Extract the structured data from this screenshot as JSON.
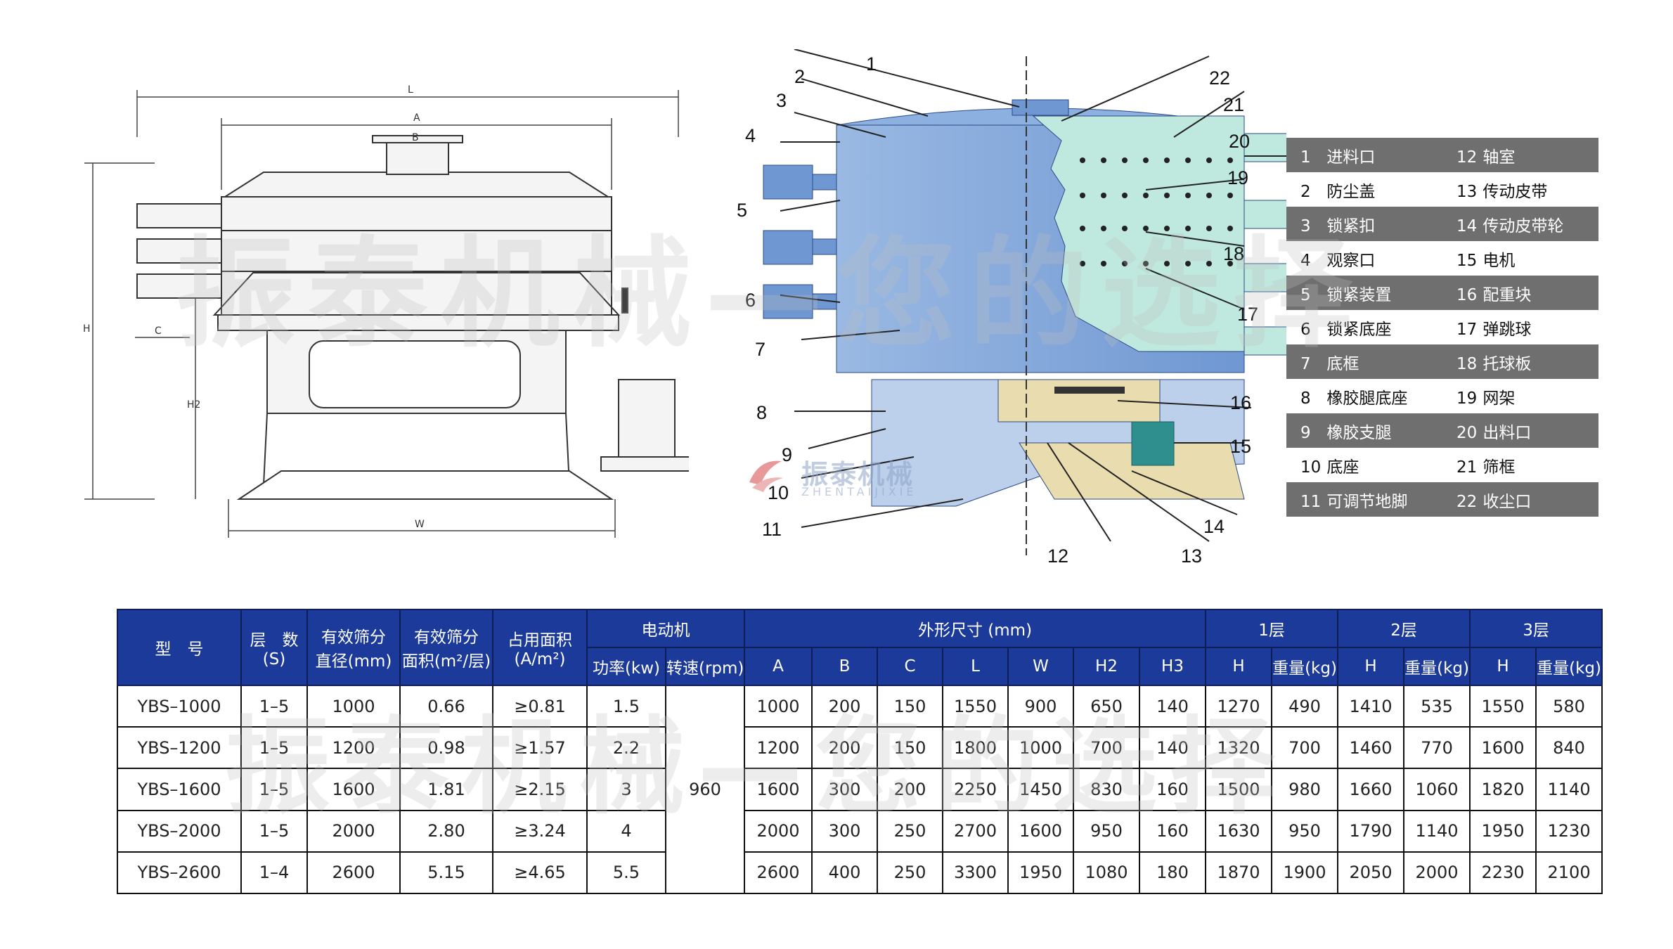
{
  "drawing_dimension_labels": [
    "L",
    "A",
    "B",
    "C",
    "H",
    "H2",
    "W"
  ],
  "watermark_logo": {
    "name": "振泰机械",
    "pinyin": "ZHENTAIJIXIE"
  },
  "watermark_text": "振泰机械—您的选择",
  "callouts": [
    "1",
    "2",
    "3",
    "4",
    "5",
    "6",
    "7",
    "8",
    "9",
    "10",
    "11",
    "12",
    "13",
    "14",
    "15",
    "16",
    "17",
    "18",
    "19",
    "20",
    "21",
    "22"
  ],
  "parts": [
    {
      "no": "1",
      "name": "进料口"
    },
    {
      "no": "2",
      "name": "防尘盖"
    },
    {
      "no": "3",
      "name": "锁紧扣"
    },
    {
      "no": "4",
      "name": "观察口"
    },
    {
      "no": "5",
      "name": "锁紧装置"
    },
    {
      "no": "6",
      "name": "锁紧底座"
    },
    {
      "no": "7",
      "name": "底框"
    },
    {
      "no": "8",
      "name": "橡胶腿底座"
    },
    {
      "no": "9",
      "name": "橡胶支腿"
    },
    {
      "no": "10",
      "name": "底座"
    },
    {
      "no": "11",
      "name": "可调节地脚"
    },
    {
      "no": "12",
      "name": "轴室"
    },
    {
      "no": "13",
      "name": "传动皮带"
    },
    {
      "no": "14",
      "name": "传动皮带轮"
    },
    {
      "no": "15",
      "name": "电机"
    },
    {
      "no": "16",
      "name": "配重块"
    },
    {
      "no": "17",
      "name": "弹跳球"
    },
    {
      "no": "18",
      "name": "托球板"
    },
    {
      "no": "19",
      "name": "网架"
    },
    {
      "no": "20",
      "name": "出料口"
    },
    {
      "no": "21",
      "name": "筛框"
    },
    {
      "no": "22",
      "name": "收尘口"
    }
  ],
  "spec_table": {
    "header": {
      "model": "型　号",
      "layers": "层　数",
      "layers_unit": "(S)",
      "diameter": "有效筛分",
      "diameter_unit": "直径(mm)",
      "area": "有效筛分",
      "area_unit": "面积(m²/层)",
      "footprint": "占用面积",
      "footprint_unit": "(A/m²)",
      "motor": "电动机",
      "power": "功率(kw)",
      "speed": "转速(rpm)",
      "dims": "外形尺寸 (mm)",
      "dim_cols": [
        "A",
        "B",
        "C",
        "L",
        "W",
        "H2",
        "H3"
      ],
      "layer_groups": [
        "1层",
        "2层",
        "3层"
      ],
      "h": "H",
      "weight": "重量(kg)"
    },
    "speed_value": "960",
    "rows": [
      {
        "model": "YBS–1000",
        "layers": "1–5",
        "diameter": "1000",
        "area": "0.66",
        "footprint": "≥0.81",
        "power": "1.5",
        "dims": [
          "1000",
          "200",
          "150",
          "1550",
          "900",
          "650",
          "140"
        ],
        "h1": "1270",
        "w1": "490",
        "h2": "1410",
        "w2": "535",
        "h3": "1550",
        "w3": "580"
      },
      {
        "model": "YBS–1200",
        "layers": "1–5",
        "diameter": "1200",
        "area": "0.98",
        "footprint": "≥1.57",
        "power": "2.2",
        "dims": [
          "1200",
          "200",
          "150",
          "1800",
          "1000",
          "700",
          "140"
        ],
        "h1": "1320",
        "w1": "700",
        "h2": "1460",
        "w2": "770",
        "h3": "1600",
        "w3": "840"
      },
      {
        "model": "YBS–1600",
        "layers": "1–5",
        "diameter": "1600",
        "area": "1.81",
        "footprint": "≥2.15",
        "power": "3",
        "dims": [
          "1600",
          "300",
          "200",
          "2250",
          "1450",
          "830",
          "160"
        ],
        "h1": "1500",
        "w1": "980",
        "h2": "1660",
        "w2": "1060",
        "h3": "1820",
        "w3": "1140"
      },
      {
        "model": "YBS–2000",
        "layers": "1–5",
        "diameter": "2000",
        "area": "2.80",
        "footprint": "≥3.24",
        "power": "4",
        "dims": [
          "2000",
          "300",
          "250",
          "2700",
          "1600",
          "950",
          "160"
        ],
        "h1": "1630",
        "w1": "950",
        "h2": "1790",
        "w2": "1140",
        "h3": "1950",
        "w3": "1230"
      },
      {
        "model": "YBS–2600",
        "layers": "1–4",
        "diameter": "2600",
        "area": "5.15",
        "footprint": "≥4.65",
        "power": "5.5",
        "dims": [
          "2600",
          "400",
          "250",
          "3300",
          "1950",
          "1080",
          "180"
        ],
        "h1": "1870",
        "w1": "1900",
        "h2": "2050",
        "w2": "2000",
        "h3": "2230",
        "w3": "2100"
      }
    ]
  }
}
